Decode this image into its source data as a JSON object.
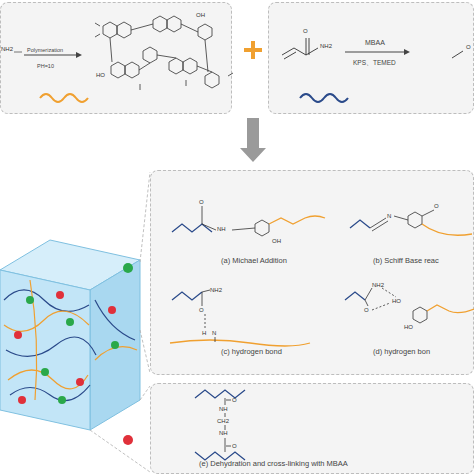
{
  "diagram": {
    "nodes": [
      {
        "text": [
          "Polymerization",
          "PH=10"
        ]
      },
      {
        "text": [
          "MBAA",
          "KPS、TEMED"
        ]
      },
      {
        "text": [
          "(a) Michael Addition",
          "(b) Schiff Base reac",
          "(c) hydrogen bond",
          "(d) hydrogen bon"
        ]
      },
      {
        "text": [
          "(e) Dehydration and cross-linking with MBAA"
        ]
      }
    ],
    "labels": [
      "NH2",
      "HO",
      "OH",
      "O",
      "NH2",
      "O",
      "O",
      "NH",
      "OH",
      "N",
      "O",
      "NH2",
      "O",
      "H",
      "N",
      "NH2",
      "O",
      "HO",
      "HO",
      "O",
      "NH",
      "CH2",
      "NH",
      "O"
    ]
  }
}
